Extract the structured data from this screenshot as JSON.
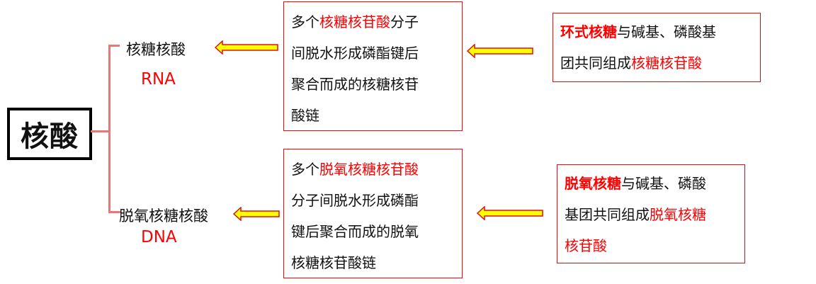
{
  "title": "核酸",
  "colors": {
    "accent_red": "#ff0000",
    "bracket": "#e87777",
    "arrow_fill": "#ffff00",
    "arrow_stroke": "#e01010"
  },
  "branches": [
    {
      "name": "核糖核酸",
      "abbr": "RNA",
      "polymer_box": {
        "lines": [
          {
            "pre": "多个",
            "red": "核糖核苷酸",
            "post": "分子"
          },
          {
            "text": "间脱水形成磷酯键后"
          },
          {
            "text": "聚合而成的核糖核苷"
          },
          {
            "text": "酸链"
          }
        ]
      },
      "monomer_box": {
        "lines": [
          {
            "bold_red": "环式核糖",
            "post": "与碱基、磷酸基"
          },
          {
            "pre": "团共同组成",
            "red": "核糖核苷酸"
          }
        ]
      }
    },
    {
      "name": "脱氧核糖核酸",
      "abbr": "DNA",
      "polymer_box": {
        "lines": [
          {
            "pre": "多个",
            "red": "脱氧核糖核苷酸"
          },
          {
            "text": "分子间脱水形成磷酯"
          },
          {
            "text": "键后聚合而成的脱氧"
          },
          {
            "text": "核糖核苷酸链"
          }
        ]
      },
      "monomer_box": {
        "lines": [
          {
            "bold_red": "脱氧核糖",
            "post": "与碱基、磷酸"
          },
          {
            "pre": "基团共同组成",
            "red": "脱氧核糖"
          },
          {
            "red": "核苷酸"
          }
        ]
      }
    }
  ],
  "icons": {
    "arrow": "left-arrow-icon"
  }
}
